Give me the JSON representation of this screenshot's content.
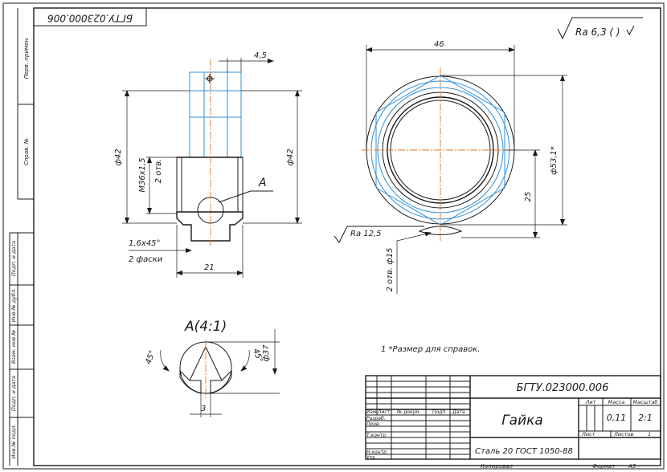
{
  "sheet": {
    "designation": "БГТУ.023000.006",
    "designation_mirrored": "БГТУ.023000.006",
    "roughness_general": "Ra 6,3 (  )",
    "roughness_local": "Ra 12,5"
  },
  "side_strip": {
    "primary_use": "Перв. примен.",
    "reference_no": "Справ. №",
    "sign_date_1": "Подп. и дата",
    "dup_no": "Инв.№ дубл.",
    "swap_no": "Взам. инв.№",
    "sign_date_2": "Подп. и дата",
    "orig_no": "Инв.№ подл."
  },
  "main_view": {
    "dim_width_top": "4,5",
    "dim_left_dia": "ф42",
    "dim_right_dia": "ф42",
    "dim_thread": "М36х1,5",
    "dim_thread_holes": "2 отв.",
    "callout_letter": "А",
    "dim_chamfer": "1,6х45°",
    "dim_chamfer_count": "2 фаски",
    "dim_bottom_width": "21"
  },
  "end_view": {
    "dim_top": "46",
    "dim_outer_dia": "ф53,1*",
    "dim_height": "25",
    "dim_holes": "2 отв. ф15"
  },
  "detail_view": {
    "title": "А(4:1)",
    "angle_left": "45°",
    "angle_right": "45°",
    "dim_dia": "ф37",
    "dim_bottom": "3"
  },
  "notes": {
    "note_1": "1  *Размер для справок."
  },
  "title_block": {
    "designation": "БГТУ.023000.006",
    "part_name": "Гайка",
    "material": "Сталь 20  ГОСТ 1050-88",
    "col_lit": "Лит",
    "col_mass": "Масса",
    "col_scale": "Масштаб",
    "mass_value": "0,11",
    "scale_value": "2:1",
    "sheet_label": "Лист",
    "sheets_label": "Листов",
    "sheets_value": "1",
    "hdr_izm": "Изм",
    "hdr_list": "Лист",
    "hdr_doc": "№ докум.",
    "hdr_sign": "Подп.",
    "hdr_date": "Дата",
    "row_razrab": "Разраб.",
    "row_prov": "Пров.",
    "row_tkontr": "Т.контр.",
    "row_nkontr": "Н.контр.",
    "row_utv": "Утв.",
    "footer_copied": "Копировал",
    "footer_format": "Формат",
    "footer_format_value": "А3"
  }
}
